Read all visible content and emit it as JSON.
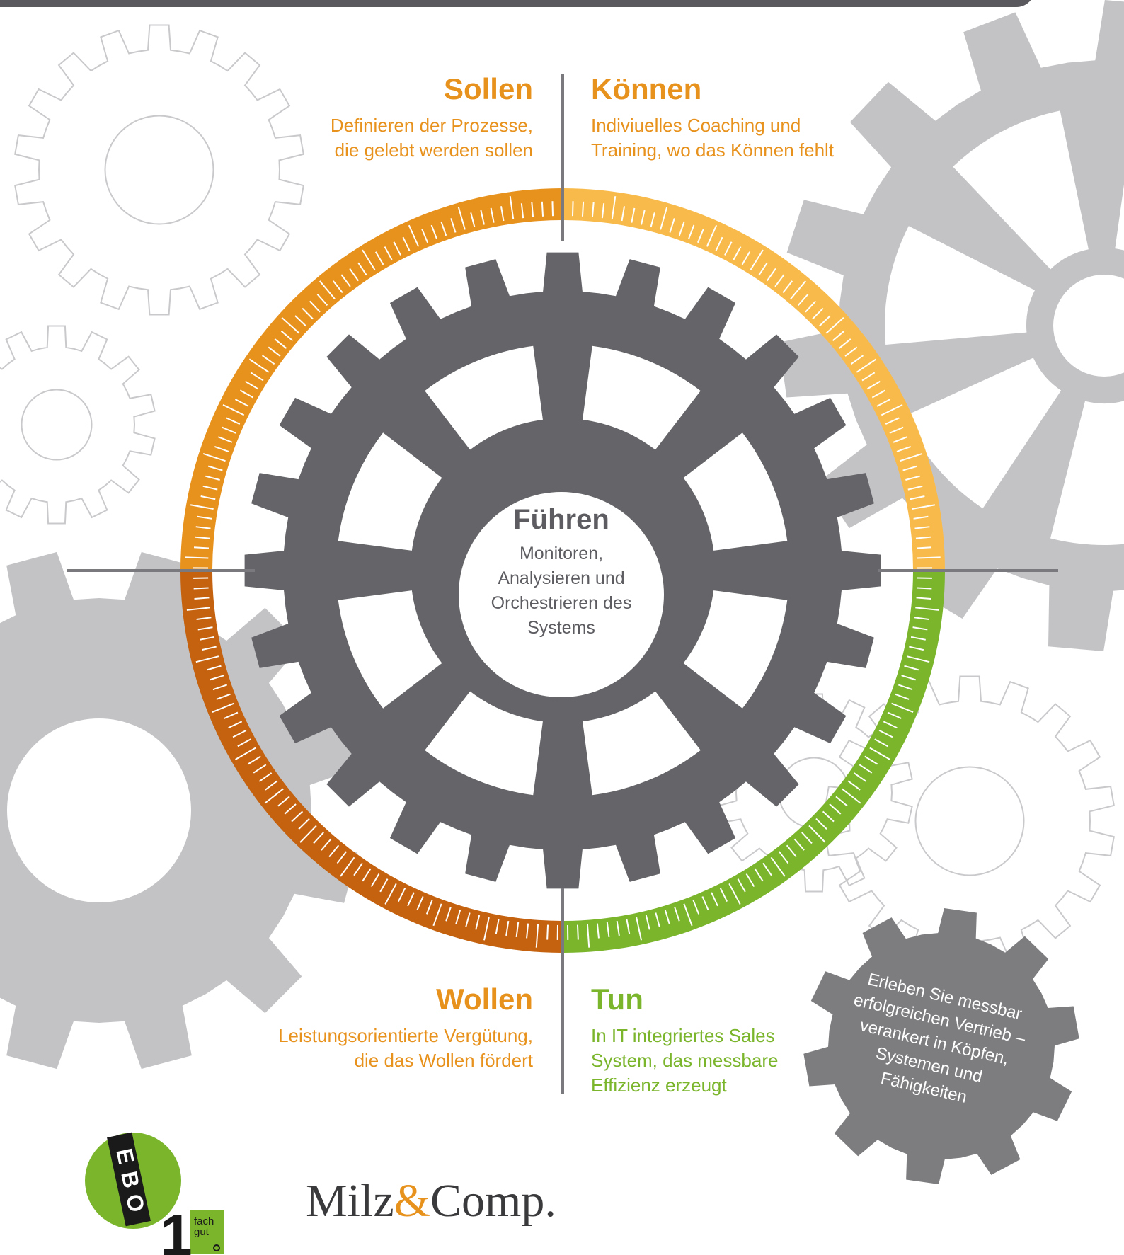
{
  "colors": {
    "orange_dark": "#c4620f",
    "orange": "#e8921e",
    "yellow": "#f8bb4b",
    "green": "#7ab52c",
    "gear_dark": "#656468",
    "gear_light": "#c3c3c6",
    "line_grey": "#7a7a7e"
  },
  "quadrants": {
    "sollen": {
      "title": "Sollen",
      "lines": [
        "Definieren der Prozesse,",
        "die gelebt werden sollen"
      ]
    },
    "koennen": {
      "title": "Können",
      "lines": [
        "Indiviuelles Coaching und",
        "Training, wo das Können fehlt"
      ]
    },
    "wollen": {
      "title": "Wollen",
      "lines": [
        "Leistungsorientierte Vergütung,",
        "die das Wollen fördert"
      ]
    },
    "tun": {
      "title": "Tun",
      "lines": [
        "In IT integriertes Sales",
        "System, das messbare",
        "Effizienz erzeugt"
      ]
    }
  },
  "center": {
    "title": "Führen",
    "lines": [
      "Monitoren,",
      "Analysieren und",
      "Orchestrieren des",
      "Systems"
    ]
  },
  "tagline": {
    "lines": [
      "Erleben Sie messbar",
      "erfolgreichen Vertrieb –",
      "verankert in Köpfen,",
      "Systemen und",
      "Fähigkeiten"
    ]
  },
  "logos": {
    "ebo": {
      "letters": [
        "E",
        "B",
        "O"
      ],
      "digit": "1",
      "small": [
        "fach",
        "gut"
      ]
    },
    "milz": {
      "part1": "Milz",
      "amp": "&",
      "part2": "Comp."
    }
  }
}
